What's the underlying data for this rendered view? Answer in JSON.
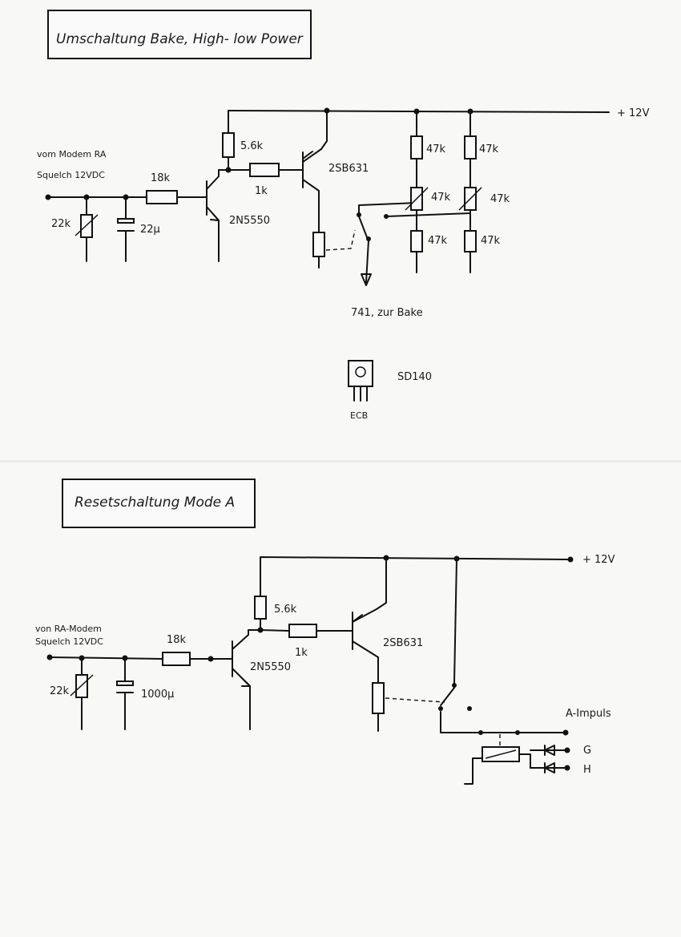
{
  "top": {
    "title": "Umschaltung Bake, High- low Power",
    "supply": "+ 12V",
    "input_line1": "vom Modem RA",
    "input_line2": "Squelch 12VDC",
    "pot_input": "22k",
    "cap_input": "22µ",
    "r_base": "18k",
    "r_pullup": "5.6k",
    "r_coupling": "1k",
    "t_npn": "2N5550",
    "t_pnp": "2SB631",
    "div1_top": "47k",
    "div1_pot": "47k",
    "div1_bot": "47k",
    "div2_top": "47k",
    "div2_pot": "47k",
    "div2_bot": "47k",
    "output": "741, zur Bake",
    "package_name": "SD140",
    "pinout": "ECB"
  },
  "bottom": {
    "title": "Resetschaltung Mode A",
    "supply": "+ 12V",
    "input_line1": "von RA-Modem",
    "input_line2": "Squelch 12VDC",
    "pot_input": "22k",
    "cap_input": "1000µ",
    "r_base": "18k",
    "r_pullup": "5.6k",
    "r_coupling": "1k",
    "t_npn": "2N5550",
    "t_pnp": "2SB631",
    "out_impuls": "A-Impuls",
    "out_g": "G",
    "out_h": "H"
  }
}
